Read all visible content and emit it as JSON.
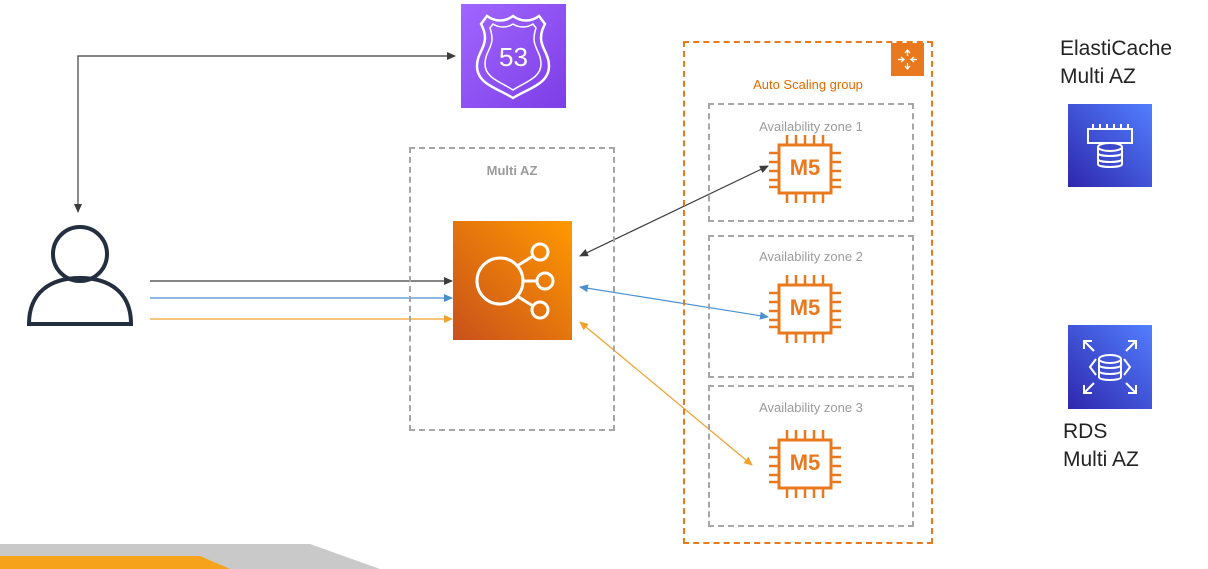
{
  "route53": {
    "icon": "route53-shield-icon",
    "label": "53",
    "color": "#8c4fff"
  },
  "user": {
    "icon": "user-icon"
  },
  "multi_az_box": {
    "label": "Multi AZ"
  },
  "load_balancer": {
    "icon": "elastic-load-balancer-icon",
    "color": "#ed7100"
  },
  "asg": {
    "label": "Auto Scaling group",
    "icon": "auto-scaling-icon",
    "zones": [
      {
        "label": "Availability zone 1",
        "instance": "M5"
      },
      {
        "label": "Availability zone 2",
        "instance": "M5"
      },
      {
        "label": "Availability zone 3",
        "instance": "M5"
      }
    ]
  },
  "elasticache": {
    "line1": "ElastiCache",
    "line2": "Multi AZ",
    "icon": "elasticache-icon",
    "color": "#3b48cc"
  },
  "rds": {
    "line1": "RDS",
    "line2": "Multi AZ",
    "icon": "rds-icon",
    "color": "#3b48cc"
  },
  "flow_colors": {
    "black": "#3c3c3c",
    "blue": "#4a8fd0",
    "orange": "#f0a12b"
  }
}
